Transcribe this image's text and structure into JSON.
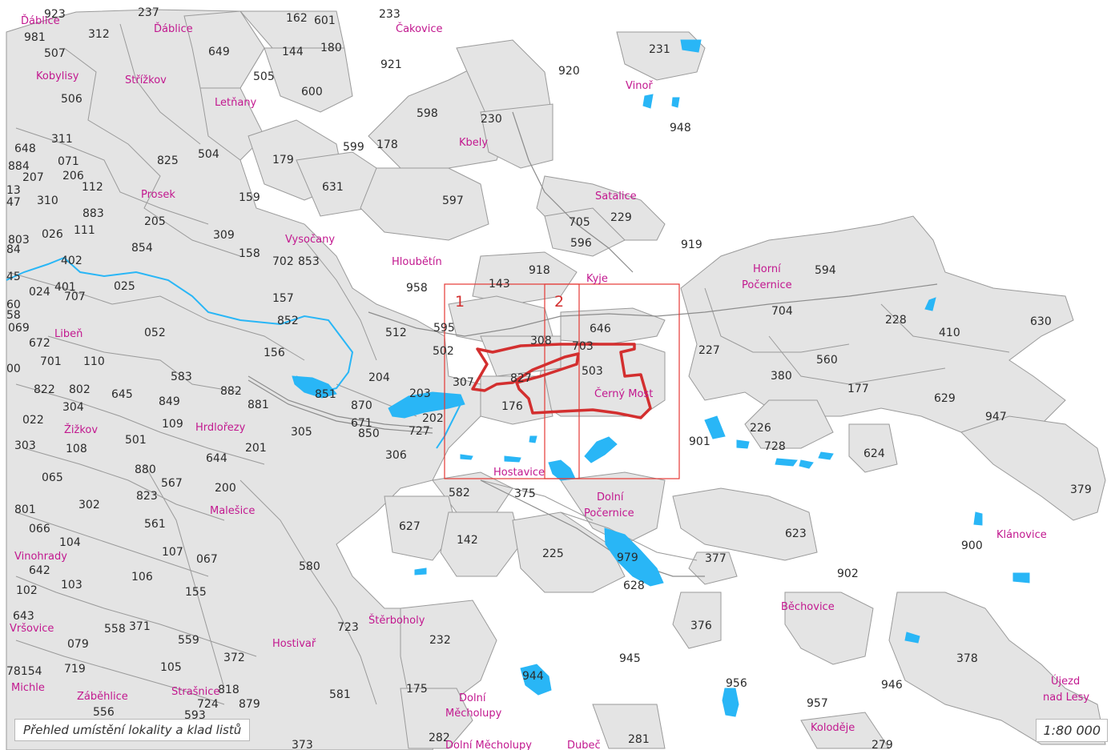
{
  "legend": {
    "title": "Přehled umístění lokality a klad listů",
    "scale": "1:80 000"
  },
  "colors": {
    "parcel_fill": "#e4e4e4",
    "parcel_stroke": "#9a9a9a",
    "water": "#29b6f6",
    "district_label": "#c2188f",
    "locality_outline": "#d32f2f",
    "sheet_frame": "#e53935"
  },
  "sheets": [
    "1",
    "2"
  ],
  "districts": [
    "Ďáblice",
    "Ďáblice",
    "Čakovice",
    "Kobylisy",
    "Střížkov",
    "Letňany",
    "Vinoř",
    "Kbely",
    "Prosek",
    "Satalice",
    "Vysočany",
    "Hloubětín",
    "Kyje",
    "Horní",
    "Počernice",
    "Libeň",
    "Černý Most",
    "Hrdlořezy",
    "Žižkov",
    "Hostavice",
    "Dolní",
    "Počernice",
    "Malešice",
    "Klánovice",
    "Vinohrady",
    "Štěrboholy",
    "Běchovice",
    "Vršovice",
    "Hostivař",
    "Michle",
    "Záběhlice",
    "Strašnice",
    "Dolní",
    "Měcholupy",
    "Koloděje",
    "Újezd",
    "nad Lesy",
    "Dolní Měcholupy",
    "Dubeč"
  ],
  "codes": [
    "923",
    "237",
    "162",
    "601",
    "233",
    "981",
    "312",
    "649",
    "144",
    "180",
    "507",
    "505",
    "921",
    "920",
    "231",
    "506",
    "600",
    "948",
    "598",
    "230",
    "311",
    "825",
    "504",
    "179",
    "599",
    "178",
    "648",
    "071",
    "884",
    "207",
    "206",
    "112",
    "631",
    "13",
    "47",
    "310",
    "159",
    "597",
    "883",
    "229",
    "705",
    "205",
    "026",
    "111",
    "309",
    "596",
    "919",
    "803",
    "84",
    "854",
    "158",
    "702",
    "853",
    "402",
    "918",
    "143",
    "594",
    "45",
    "024",
    "401",
    "707",
    "025",
    "958",
    "157",
    "704",
    "60",
    "58",
    "069",
    "852",
    "595",
    "646",
    "228",
    "630",
    "672",
    "052",
    "308",
    "703",
    "410",
    "156",
    "512",
    "502",
    "227",
    "00",
    "701",
    "110",
    "583",
    "503",
    "560",
    "204",
    "827",
    "380",
    "822",
    "802",
    "645",
    "849",
    "882",
    "307",
    "177",
    "851",
    "870",
    "881",
    "203",
    "629",
    "304",
    "176",
    "947",
    "022",
    "109",
    "671",
    "202",
    "226",
    "501",
    "305",
    "850",
    "727",
    "901",
    "728",
    "303",
    "108",
    "201",
    "624",
    "644",
    "306",
    "065",
    "880",
    "567",
    "200",
    "379",
    "823",
    "582",
    "375",
    "801",
    "302",
    "561",
    "066",
    "627",
    "623",
    "104",
    "142",
    "900",
    "107",
    "067",
    "225",
    "377",
    "642",
    "580",
    "106",
    "902",
    "102",
    "103",
    "979",
    "155",
    "628",
    "643",
    "376",
    "723",
    "558",
    "371",
    "559",
    "079",
    "232",
    "372",
    "945",
    "105",
    "378",
    "719",
    "818",
    "944",
    "956",
    "78154",
    "724",
    "879",
    "581",
    "175",
    "946",
    "556",
    "957",
    "593",
    "279",
    "282",
    "281",
    "373"
  ]
}
